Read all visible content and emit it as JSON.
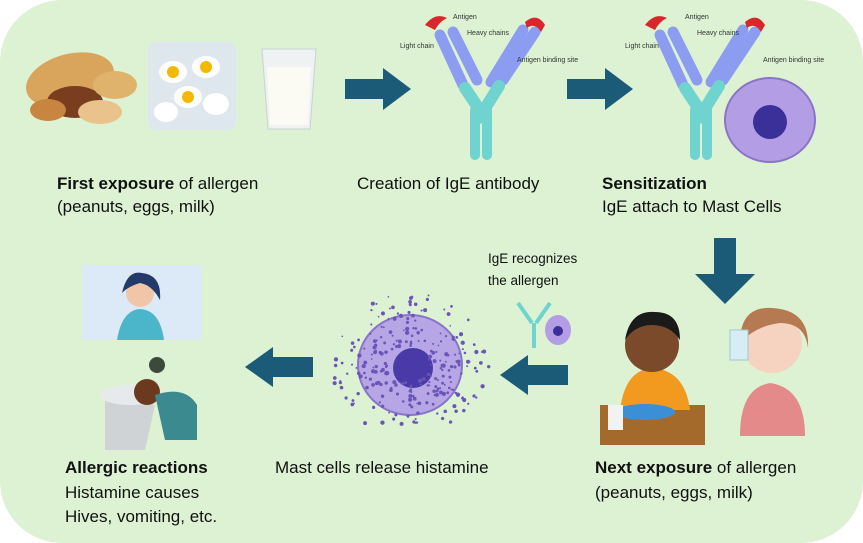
{
  "colors": {
    "background": "#dcf2d3",
    "arrow": "#1b5b78",
    "antibody": "#6fd3d0",
    "antibody_arm": "#8c9cf0",
    "antigen": "#d9262c",
    "mast_cell": "#8a74c9",
    "nucleus": "#3b2f9a"
  },
  "antibody_labels": {
    "antigen": "Antigen",
    "heavy": "Heavy chains",
    "light": "Light chain",
    "binding": "Antigen binding site"
  },
  "steps": {
    "first": {
      "bold": "First exposure",
      "rest": " of allergen",
      "line2": "(peanuts, eggs, milk)"
    },
    "creation": {
      "text": "Creation of IgE antibody"
    },
    "sensitization": {
      "bold": "Sensitization",
      "line2": "IgE attach to Mast Cells"
    },
    "recognize": {
      "line1": "IgE recognizes",
      "line2": "the allergen"
    },
    "next": {
      "bold": "Next exposure",
      "rest": " of allergen",
      "line2": "(peanuts, eggs, milk)"
    },
    "release": {
      "text": "Mast cells release histamine"
    },
    "reactions": {
      "bold": "Allergic reactions",
      "line2": "Histamine causes",
      "line3": "Hives, vomiting, etc."
    }
  }
}
